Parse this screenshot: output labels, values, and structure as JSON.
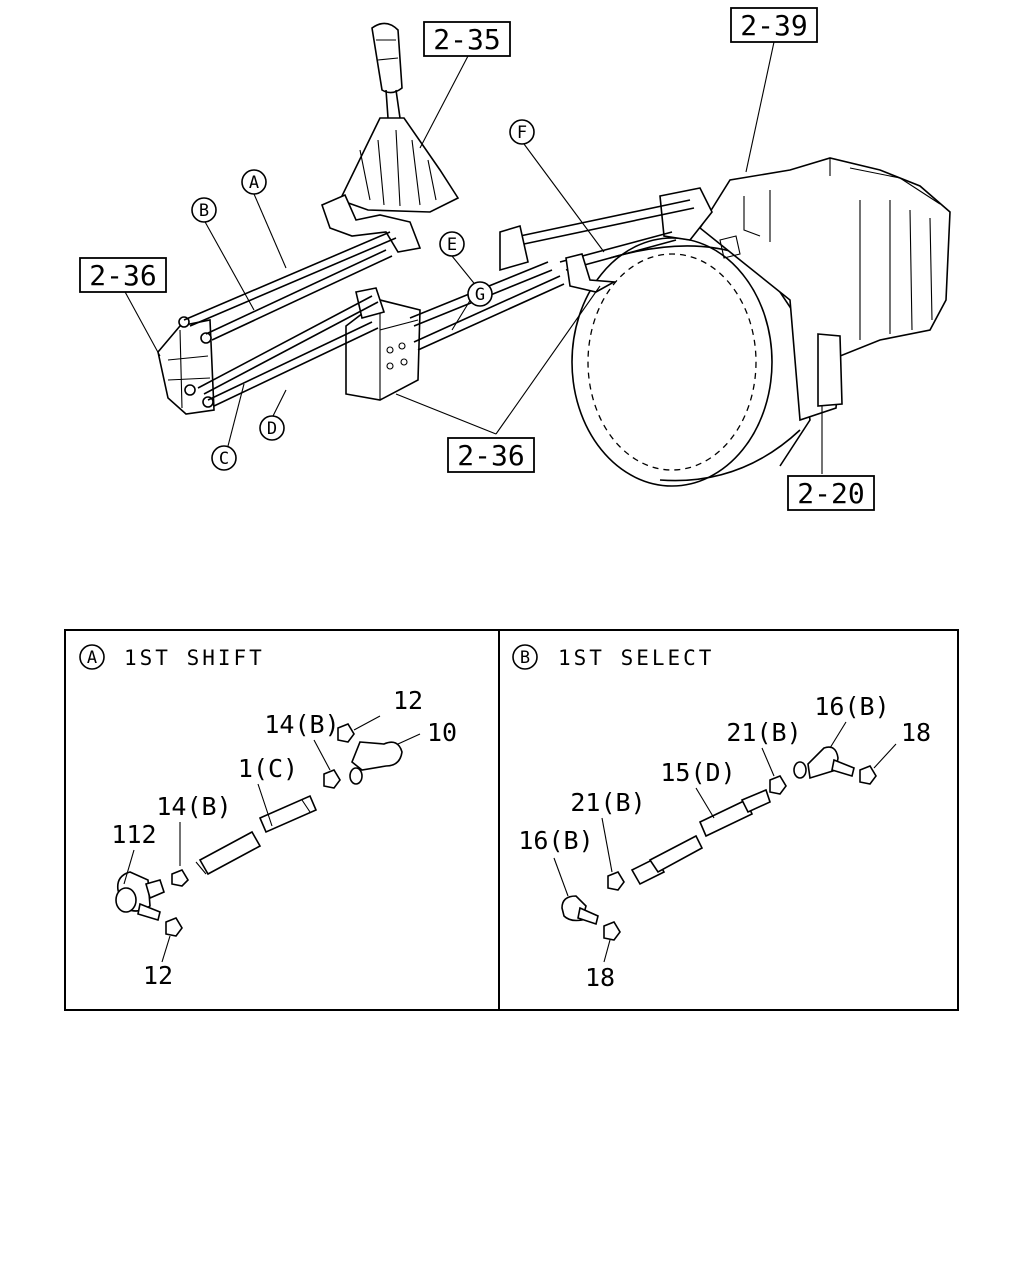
{
  "references": {
    "r235": "2-35",
    "r239": "2-39",
    "r236_left": "2-36",
    "r236_bottom": "2-36",
    "r220": "2-20"
  },
  "callouts": [
    "A",
    "B",
    "C",
    "D",
    "E",
    "F",
    "G"
  ],
  "panel_a": {
    "letter": "A",
    "title": "1ST SHIFT",
    "labels": {
      "p12_top": "12",
      "p14b_top": "14(B)",
      "p10": "10",
      "p1c": "1(C)",
      "p14b_left": "14(B)",
      "p112": "112",
      "p12_bottom": "12"
    }
  },
  "panel_b": {
    "letter": "B",
    "title": "1ST SELECT",
    "labels": {
      "p16b_top": "16(B)",
      "p18_top": "18",
      "p21b_top": "21(B)",
      "p15d": "15(D)",
      "p21b_left": "21(B)",
      "p16b_left": "16(B)",
      "p18_bottom": "18"
    }
  }
}
